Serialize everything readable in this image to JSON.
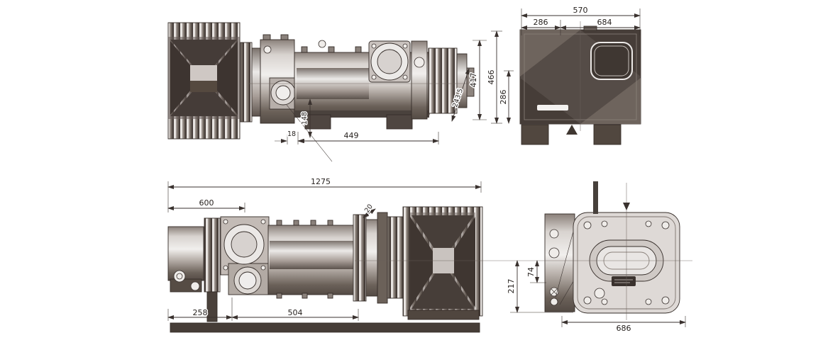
{
  "colors": {
    "ink": "#3a322f",
    "background": "#ffffff"
  },
  "drawings": {
    "top_side_view": {
      "dims": {
        "offset18": "18",
        "span449": "449",
        "height148": "148",
        "diag243": "243.5",
        "h417": "417",
        "h466": "466",
        "h286": "286"
      }
    },
    "top_end_view": {
      "dims": {
        "w570": "570",
        "w286": "286",
        "w684": "684"
      }
    },
    "bottom_side_view": {
      "dims": {
        "l1275": "1275",
        "l600": "600",
        "l258": "258",
        "l504": "504",
        "g20": "20"
      }
    },
    "bottom_end_view": {
      "dims": {
        "d74": "74",
        "d217": "217",
        "w686": "686"
      }
    }
  }
}
